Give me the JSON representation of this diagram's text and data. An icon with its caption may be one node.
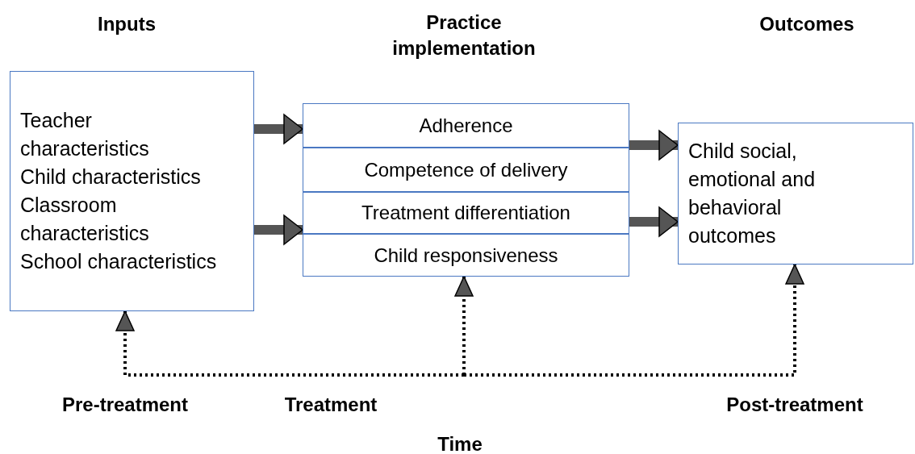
{
  "diagram": {
    "nodes": [
      {
        "text": [
          "Teacher characteristics",
          "Child characteristics",
          "Classroom characteristics",
          "School characteristics"
        ]
      },
      {
        "text": [
          "Adherence"
        ]
      },
      {
        "text": [
          "Competence of delivery"
        ]
      },
      {
        "text": [
          "Treatment differentiation"
        ]
      },
      {
        "text": [
          "Child responsiveness"
        ]
      },
      {
        "text": [
          "Child social, emotional and behavioral outcomes"
        ]
      }
    ],
    "edges": [
      {
        "from": 0,
        "to": 1,
        "arrow": "to"
      },
      {
        "from": 0,
        "to": 3,
        "arrow": "to"
      },
      {
        "from": 1,
        "to": 5,
        "arrow": "to"
      },
      {
        "from": 3,
        "to": 5,
        "arrow": "to"
      },
      {
        "from": null,
        "to": 0,
        "arrow": "to",
        "style": "dashed",
        "color": "#000000"
      },
      {
        "from": null,
        "to": 4,
        "arrow": "to",
        "style": "dashed",
        "color": "#000000"
      },
      {
        "from": null,
        "to": 5,
        "arrow": "to",
        "style": "dashed",
        "color": "#000000"
      }
    ],
    "labels": [
      "Inputs",
      "Practice implementation",
      "Outcomes",
      "Pre-treatment",
      "Treatment",
      "Post-treatment",
      "Time"
    ]
  }
}
